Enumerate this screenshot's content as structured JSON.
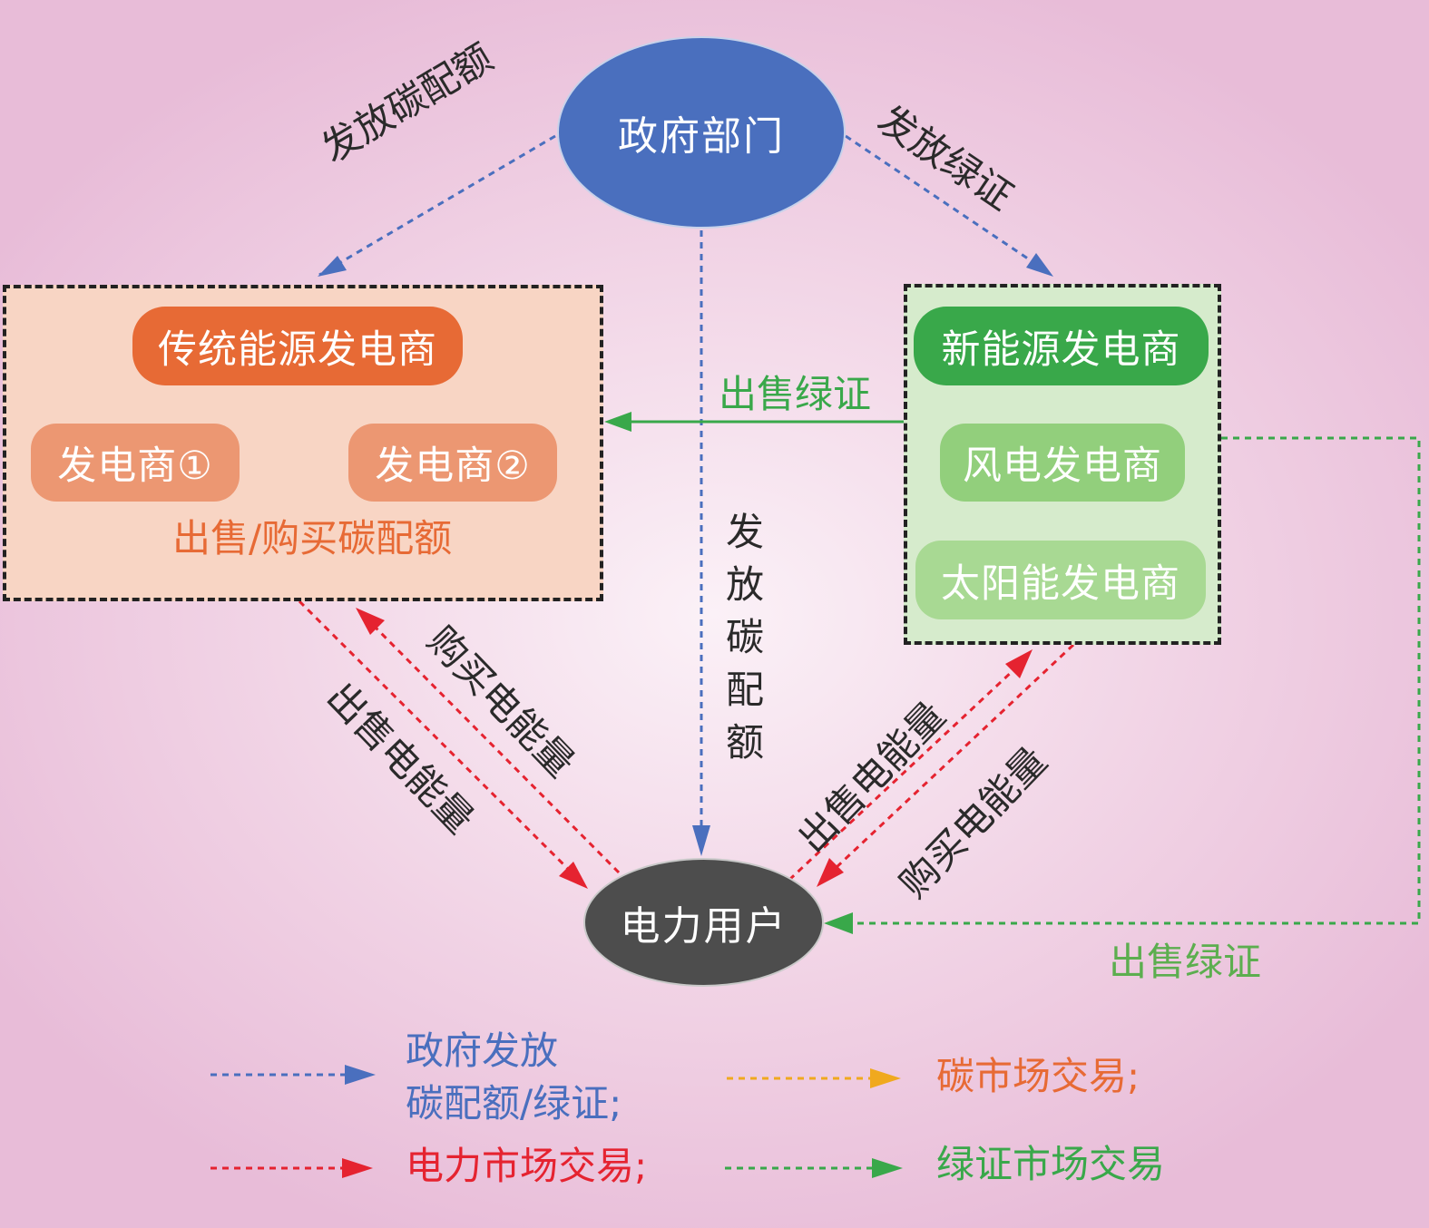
{
  "nodes": {
    "government": "政府部门",
    "power_user": "电力用户",
    "traditional_title": "传统能源发电商",
    "gen1": "发电商①",
    "gen2": "发电商②",
    "carbon_trade_label": "出售/购买碳配额",
    "new_title": "新能源发电商",
    "wind": "风电发电商",
    "solar": "太阳能发电商"
  },
  "edges": {
    "issue_carbon": "发放碳配额",
    "issue_green": "发放绿证",
    "issue_carbon_vertical": [
      "发",
      "放",
      "碳",
      "配",
      "额"
    ],
    "sell_green_top": "出售绿证",
    "sell_green_bottom": "出售绿证",
    "left_buy_power": "购买电能量",
    "left_sell_power": "出售电能量",
    "right_sell_power": "出售电能量",
    "right_buy_power": "购买电能量"
  },
  "legend": {
    "gov_issue_line1": "政府发放",
    "gov_issue_line2": "碳配额/绿证;",
    "carbon_market": "碳市场交易;",
    "power_market": "电力市场交易;",
    "green_market": "绿证市场交易"
  },
  "colors": {
    "gov_blue": "#4a6fbe",
    "carbon_orange": "#e76a35",
    "power_red": "#e52330",
    "green_cert": "#39a84a",
    "legend_yellow": "#f0a91e"
  }
}
